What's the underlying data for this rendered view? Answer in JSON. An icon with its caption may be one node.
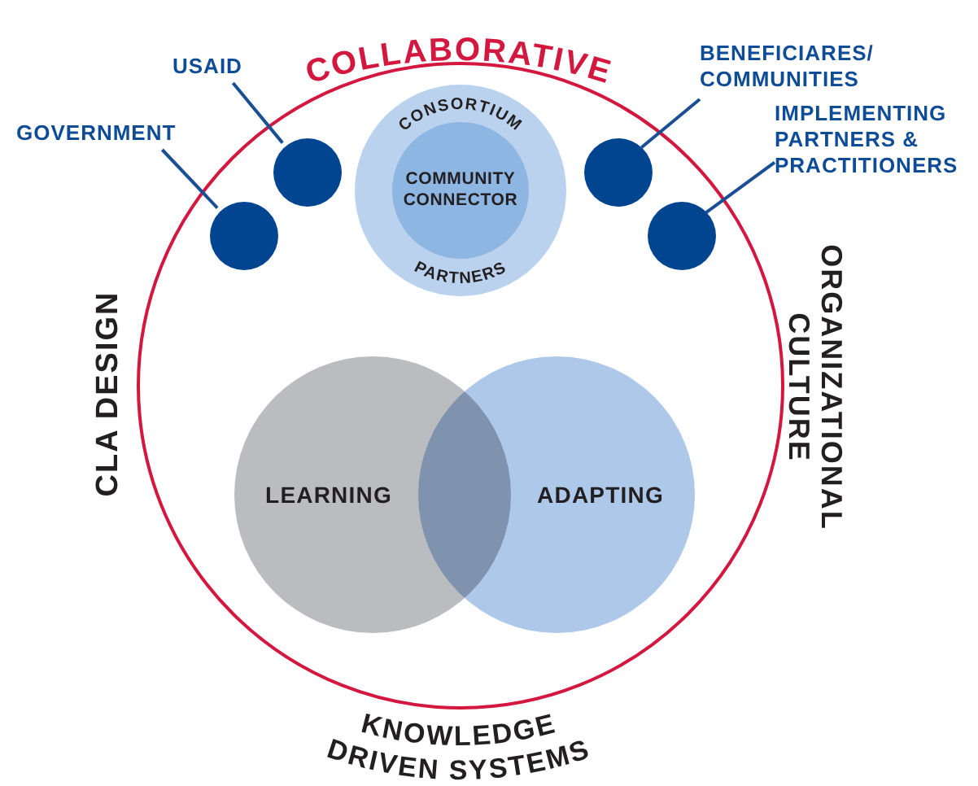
{
  "diagram": {
    "nodes": [
      {
        "text": [],
        "shape": "circle"
      },
      {
        "text": [
          "USAID"
        ]
      },
      {
        "text": [
          "BENEFICIARES/ COMMUNITIES"
        ]
      },
      {
        "text": [
          "GOVERNMENT"
        ]
      },
      {
        "text": [
          "IMPLEMENTING PARTNERS & PRACTITIONERS"
        ]
      },
      {
        "text": [],
        "shape": "circle",
        "in": 0
      },
      {
        "text": [],
        "shape": "circle",
        "in": 0
      },
      {
        "text": [
          "CONSORTIUM",
          "PARTNERS"
        ],
        "in": 0
      },
      {
        "text": [
          "COMMUNITY CONNECTOR"
        ],
        "in": 7
      },
      {
        "text": [],
        "shape": "circle",
        "in": 0
      },
      {
        "text": [],
        "shape": "circle",
        "in": 0
      },
      {
        "text": [
          "LEARNING"
        ],
        "in": 0
      },
      {
        "text": [
          "ADAPTING"
        ],
        "in": 0
      }
    ],
    "edges": [
      {
        "from": 3,
        "to": 5,
        "arrow": "none"
      },
      {
        "from": 1,
        "to": 6,
        "arrow": "none"
      },
      {
        "from": 2,
        "to": 9,
        "arrow": "none"
      },
      {
        "from": 4,
        "to": 10,
        "arrow": "none"
      }
    ],
    "labels": [
      "COLLABORATIVE",
      "CLA DESIGN",
      "ORGANIZATIONAL CULTURE",
      "KNOWLEDGE DRIVEN SYSTEMS"
    ]
  }
}
